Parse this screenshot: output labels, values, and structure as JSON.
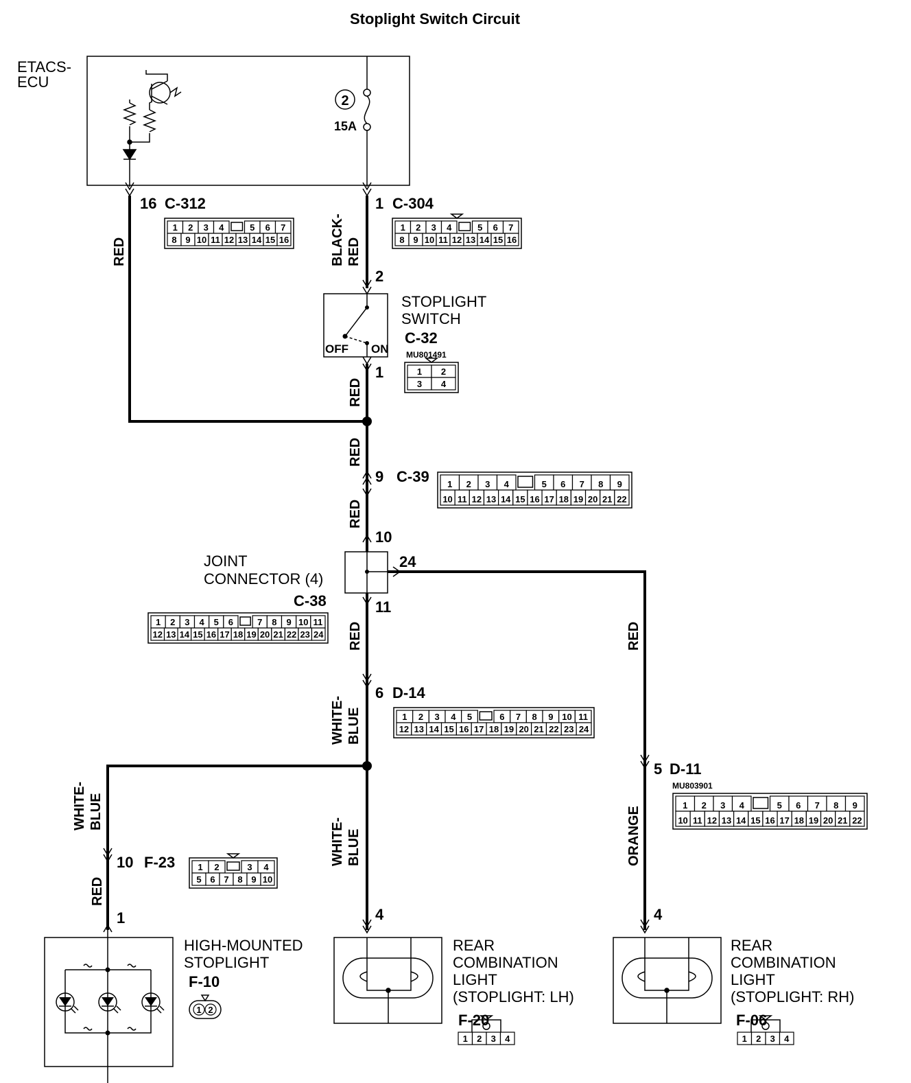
{
  "title": "Stoplight Switch Circuit",
  "ecu": {
    "name_line1": "ETACS-",
    "name_line2": "ECU",
    "fuse_number": "2",
    "fuse_rating": "15A"
  },
  "pins": {
    "c312_pin": "16",
    "c304_pin": "1",
    "switch_in": "2",
    "switch_out": "1",
    "c39_pin": "9",
    "joint_in": "10",
    "joint_right": "24",
    "joint_out": "11",
    "d14_pin": "6",
    "d11_pin": "5",
    "f23_pin": "10",
    "hm_pin": "1",
    "lh_pin": "4",
    "rh_pin": "4"
  },
  "connectors": {
    "c312": {
      "id": "C-312",
      "rows": [
        [
          "1",
          "2",
          "3",
          "4",
          "",
          "5",
          "6",
          "7"
        ],
        [
          "8",
          "9",
          "10",
          "11",
          "12",
          "13",
          "14",
          "15",
          "16"
        ]
      ]
    },
    "c304": {
      "id": "C-304",
      "rows": [
        [
          "1",
          "2",
          "3",
          "4",
          "",
          "5",
          "6",
          "7"
        ],
        [
          "8",
          "9",
          "10",
          "11",
          "12",
          "13",
          "14",
          "15",
          "16"
        ]
      ]
    },
    "c32": {
      "id": "C-32",
      "part": "MU801491",
      "rows": [
        [
          "1",
          "2"
        ],
        [
          "3",
          "4"
        ]
      ]
    },
    "c39": {
      "id": "C-39",
      "rows": [
        [
          "1",
          "2",
          "3",
          "4",
          "",
          "5",
          "6",
          "7",
          "8",
          "9"
        ],
        [
          "10",
          "11",
          "12",
          "13",
          "14",
          "15",
          "16",
          "17",
          "18",
          "19",
          "20",
          "21",
          "22"
        ]
      ]
    },
    "c38": {
      "id": "C-38",
      "rows": [
        [
          "1",
          "2",
          "3",
          "4",
          "5",
          "6",
          "",
          "7",
          "8",
          "9",
          "10",
          "11"
        ],
        [
          "12",
          "13",
          "14",
          "15",
          "16",
          "17",
          "18",
          "19",
          "20",
          "21",
          "22",
          "23",
          "24"
        ]
      ]
    },
    "d14": {
      "id": "D-14",
      "rows": [
        [
          "1",
          "2",
          "3",
          "4",
          "5",
          "",
          "6",
          "7",
          "8",
          "9",
          "10",
          "11"
        ],
        [
          "12",
          "13",
          "14",
          "15",
          "16",
          "17",
          "18",
          "19",
          "20",
          "21",
          "22",
          "23",
          "24"
        ]
      ]
    },
    "d11": {
      "id": "D-11",
      "part": "MU803901",
      "rows": [
        [
          "1",
          "2",
          "3",
          "4",
          "",
          "5",
          "6",
          "7",
          "8",
          "9"
        ],
        [
          "10",
          "11",
          "12",
          "13",
          "14",
          "15",
          "16",
          "17",
          "18",
          "19",
          "20",
          "21",
          "22"
        ]
      ]
    },
    "f23": {
      "id": "F-23",
      "rows": [
        [
          "1",
          "2",
          "",
          "3",
          "4"
        ],
        [
          "5",
          "6",
          "7",
          "8",
          "9",
          "10"
        ]
      ]
    },
    "f10": {
      "id": "F-10",
      "rows": [
        [
          "1",
          "2"
        ]
      ]
    },
    "f20": {
      "id": "F-20",
      "rows": [
        [
          "1",
          "2",
          "3",
          "4"
        ]
      ]
    },
    "f06": {
      "id": "F-06",
      "rows": [
        [
          "1",
          "2",
          "3",
          "4"
        ]
      ]
    }
  },
  "wire_colors": {
    "ecu_left": "RED",
    "ecu_right_1": "BLACK-",
    "ecu_right_2": "RED",
    "switch_to_splice": "RED",
    "splice_to_c39": "RED",
    "c39_to_joint": "RED",
    "joint_to_d14": "RED",
    "joint_to_d11": "RED",
    "d14_to_splice_1": "WHITE-",
    "d14_to_splice_2": "BLUE",
    "to_f23_1": "WHITE-",
    "to_f23_2": "BLUE",
    "to_hm": "RED",
    "to_lh_1": "WHITE-",
    "to_lh_2": "BLUE",
    "to_rh": "ORANGE"
  },
  "components": {
    "stoplight_switch_1": "STOPLIGHT",
    "stoplight_switch_2": "SWITCH",
    "switch_off": "OFF",
    "switch_on": "ON",
    "joint_1": "JOINT",
    "joint_2": "CONNECTOR (4)",
    "hm_1": "HIGH-MOUNTED",
    "hm_2": "STOPLIGHT",
    "lh_1": "REAR",
    "lh_2": "COMBINATION",
    "lh_3": "LIGHT",
    "lh_4": "(STOPLIGHT: LH)",
    "rh_1": "REAR",
    "rh_2": "COMBINATION",
    "rh_3": "LIGHT",
    "rh_4": "(STOPLIGHT: RH)"
  }
}
